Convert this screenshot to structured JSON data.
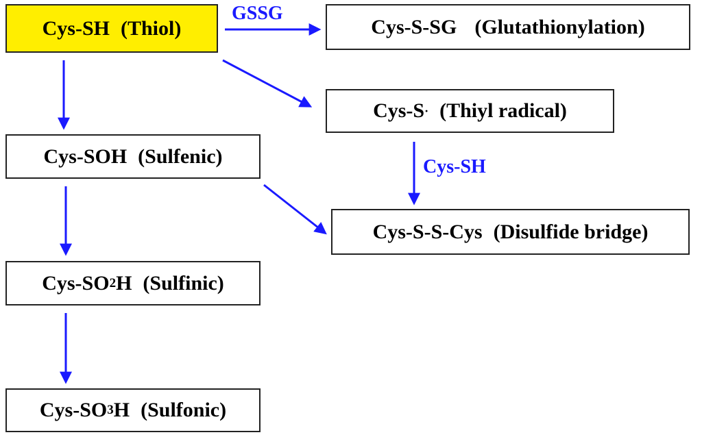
{
  "diagram": {
    "colors": {
      "arrow": "#1a1aff",
      "edge_label": "#1a1aff",
      "highlight_fill": "#ffee00",
      "node_fill": "#ffffff",
      "node_border": "#222222",
      "node_text": "#000000"
    },
    "nodes": {
      "thiol": {
        "formula": "Cys-SH",
        "name": "(Thiol)",
        "highlighted": true
      },
      "glutathionylation": {
        "formula": "Cys-S-SG",
        "name": "(Glutathionylation)"
      },
      "thiyl": {
        "formula_base": "Cys-S",
        "formula_sup": "·",
        "name": "(Thiyl radical)"
      },
      "sulfenic": {
        "formula": "Cys-SOH",
        "name": "(Sulfenic)"
      },
      "disulfide": {
        "formula": "Cys-S-S-Cys",
        "name": "(Disulfide bridge)"
      },
      "sulfinic": {
        "formula_pre": "Cys-SO",
        "formula_sub": "2",
        "formula_post": "H",
        "name": "(Sulfinic)"
      },
      "sulfonic": {
        "formula_pre": "Cys-SO",
        "formula_sub": "3",
        "formula_post": "H",
        "name": "(Sulfonic)"
      }
    },
    "edges": [
      {
        "from": "thiol",
        "to": "glutathionylation",
        "label": "GSSG"
      },
      {
        "from": "thiol",
        "to": "thiyl",
        "label": ""
      },
      {
        "from": "thiol",
        "to": "sulfenic",
        "label": ""
      },
      {
        "from": "thiyl",
        "to": "disulfide",
        "label": "Cys-SH"
      },
      {
        "from": "sulfenic",
        "to": "disulfide",
        "label": ""
      },
      {
        "from": "sulfenic",
        "to": "sulfinic",
        "label": ""
      },
      {
        "from": "sulfinic",
        "to": "sulfonic",
        "label": ""
      }
    ]
  }
}
